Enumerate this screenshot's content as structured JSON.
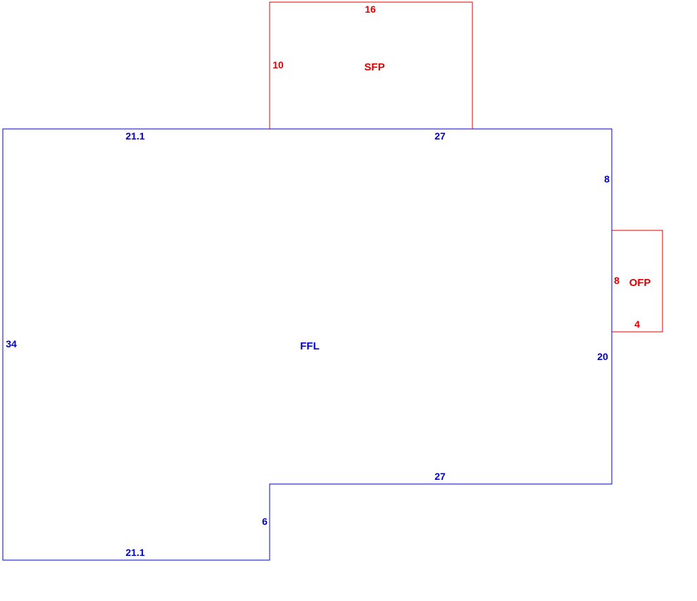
{
  "colors": {
    "living_area": "#0000cc",
    "porch": "#dd0000",
    "background": "#ffffff"
  },
  "areas": {
    "ffl": {
      "label": "FFL",
      "dimensions": {
        "top_left": "21.1",
        "top_right": "27",
        "right_upper": "8",
        "right_lower": "20",
        "middle_bottom": "27",
        "step": "6",
        "bottom": "21.1",
        "left": "34"
      }
    },
    "sfp": {
      "label": "SFP",
      "dimensions": {
        "top": "16",
        "left": "10"
      }
    },
    "ofp": {
      "label": "OFP",
      "dimensions": {
        "left": "8",
        "bottom": "4"
      }
    }
  }
}
